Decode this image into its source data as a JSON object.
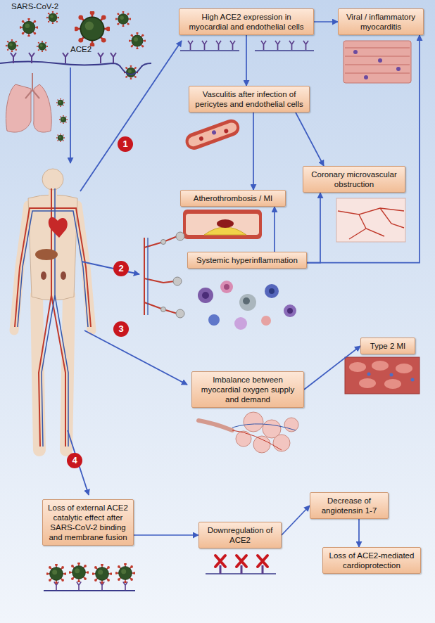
{
  "diagram": {
    "nodes": [
      {
        "text": [
          "High ACE2 expression in myocardial and endothelial cells"
        ]
      },
      {
        "text": [
          "Viral / inflammatory myocarditis"
        ]
      },
      {
        "text": [
          "Vasculitis after infection of pericytes and endothelial cells"
        ]
      },
      {
        "text": [
          "Atherothrombosis / MI"
        ]
      },
      {
        "text": [
          "Coronary microvascular obstruction"
        ]
      },
      {
        "text": [
          "Systemic hyperinflammation"
        ]
      },
      {
        "text": [
          "Type 2 MI"
        ]
      },
      {
        "text": [
          "Imbalance between myocardial oxygen supply and demand"
        ]
      },
      {
        "text": [
          "Loss of external ACE2 catalytic effect after SARS-CoV-2 binding and membrane fusion"
        ]
      },
      {
        "text": [
          "Downregulation of ACE2"
        ]
      },
      {
        "text": [
          "Decrease of angiotensin 1-7"
        ]
      },
      {
        "text": [
          "Loss of ACE2-mediated cardioprotection"
        ]
      }
    ],
    "edges": [
      {
        "from": 0,
        "to": 1,
        "arrow": "to"
      },
      {
        "from": 0,
        "to": 2,
        "arrow": "to"
      },
      {
        "from": 2,
        "to": 3,
        "arrow": "to"
      },
      {
        "from": 2,
        "to": 4,
        "arrow": "to"
      },
      {
        "from": 5,
        "to": 3,
        "arrow": "to"
      },
      {
        "from": 5,
        "to": 4,
        "arrow": "to"
      },
      {
        "from": 5,
        "to": 1,
        "arrow": "to"
      },
      {
        "from": 7,
        "to": 6,
        "arrow": "to"
      },
      {
        "from": 8,
        "to": 9,
        "arrow": "to"
      },
      {
        "from": 9,
        "to": 10,
        "arrow": "to"
      },
      {
        "from": 10,
        "to": 11,
        "arrow": "to"
      }
    ],
    "labels": [
      "SARS-CoV-2",
      "ACE2",
      "1",
      "2",
      "3",
      "4"
    ]
  }
}
